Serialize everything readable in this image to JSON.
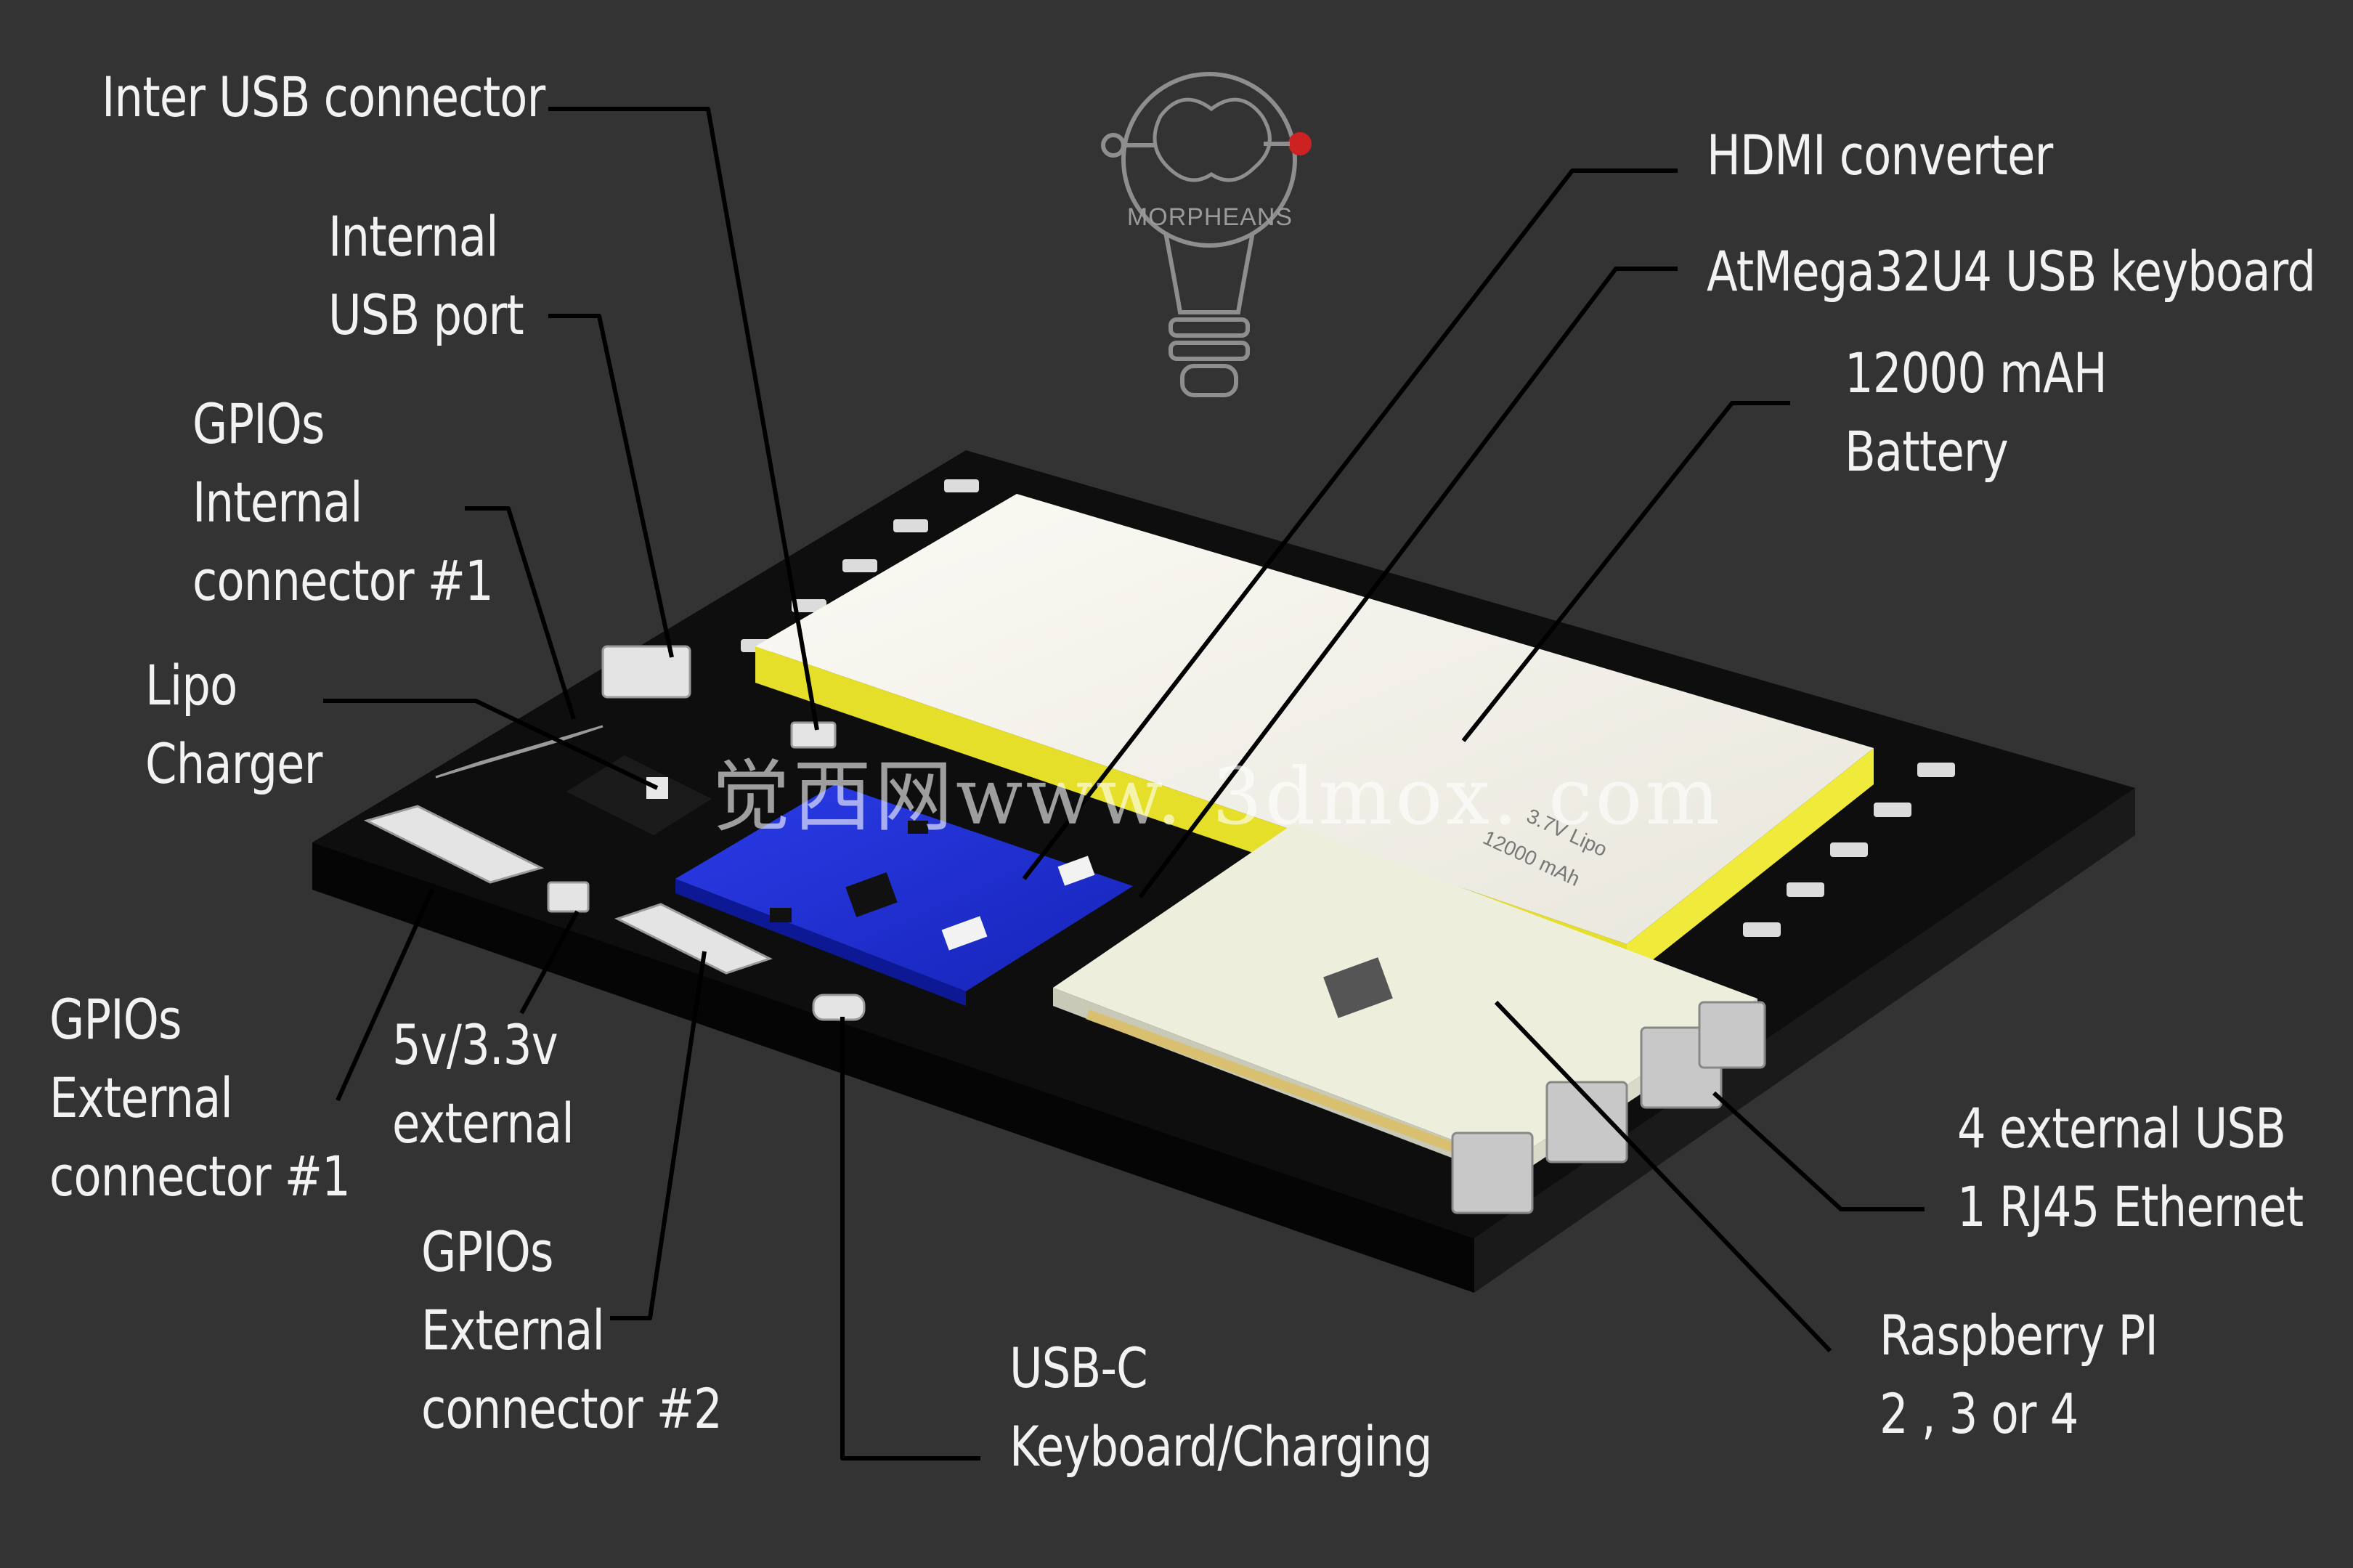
{
  "brand": {
    "name": "MORPHEANS"
  },
  "watermark": "觉西网www. 3dmox. com",
  "battery_print": {
    "capacity": "12000 mAh",
    "type": "3.7V Lipo"
  },
  "labels": [
    {
      "id": "inter-usb-connector",
      "lines": [
        "Inter USB connector"
      ]
    },
    {
      "id": "internal-usb-port",
      "lines": [
        "Internal",
        "USB port"
      ]
    },
    {
      "id": "gpios-internal-1",
      "lines": [
        "GPIOs",
        "Internal",
        "connector #1"
      ]
    },
    {
      "id": "lipo-charger",
      "lines": [
        "Lipo",
        "Charger"
      ]
    },
    {
      "id": "gpios-external-1",
      "lines": [
        "GPIOs",
        "External",
        "connector #1"
      ]
    },
    {
      "id": "power-external",
      "lines": [
        "5v/3.3v",
        "external"
      ]
    },
    {
      "id": "gpios-external-2",
      "lines": [
        "GPIOs",
        "External",
        "connector #2"
      ]
    },
    {
      "id": "usb-c",
      "lines": [
        "USB-C",
        "Keyboard/Charging"
      ]
    },
    {
      "id": "hdmi-converter",
      "lines": [
        "HDMI converter"
      ]
    },
    {
      "id": "atmega-keyboard",
      "lines": [
        "AtMega32U4 USB keyboard"
      ]
    },
    {
      "id": "battery",
      "lines": [
        "12000 mAH",
        "Battery"
      ]
    },
    {
      "id": "usb-ethernet",
      "lines": [
        "4 external USB",
        "1 RJ45 Ethernet"
      ]
    },
    {
      "id": "raspberry-pi",
      "lines": [
        "Raspberry PI",
        "2 , 3 or 4"
      ]
    }
  ],
  "colors": {
    "background": "#333333",
    "board": "#111111",
    "battery": "#f4f1e6",
    "battery_edge": "#e6df2a",
    "hdmi_board": "#1f2fd6",
    "pi_board": "#eeeedd",
    "text": "#f2f2f2",
    "leader": "#000000"
  }
}
